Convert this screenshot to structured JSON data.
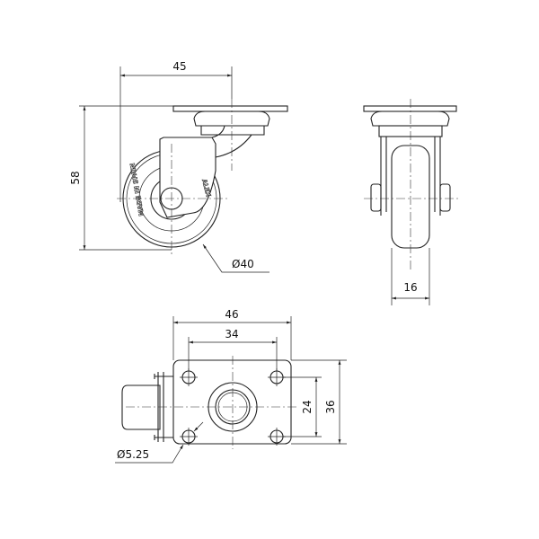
{
  "side_view": {
    "width_dim": "45",
    "height_dim": "58",
    "wheel_diameter": "Ø40",
    "wheel_marking_left": "MADE IN SPAIN",
    "wheel_marking_right": "ALEX"
  },
  "front_view": {
    "wheel_width_dim": "16"
  },
  "bottom_view": {
    "plate_width_dim": "46",
    "hole_spacing_x_dim": "34",
    "hole_spacing_y_dim": "24",
    "plate_height_dim": "36",
    "hole_diameter": "Ø5.25"
  },
  "colors": {
    "line": "#222222",
    "background": "#ffffff"
  }
}
